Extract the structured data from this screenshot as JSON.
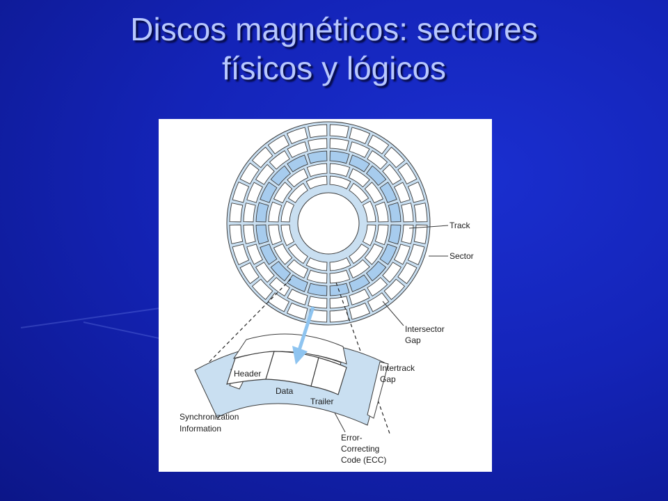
{
  "slide": {
    "title_line1": "Discos magnéticos: sectores",
    "title_line2": "físicos y lógicos"
  },
  "diagram": {
    "labels": {
      "track": "Track",
      "sector": "Sector",
      "intersector_gap_1": "Intersector",
      "intersector_gap_2": "Gap",
      "intertrack_gap_1": "Intertrack",
      "intertrack_gap_2": "Gap",
      "header": "Header",
      "data": "Data",
      "trailer": "Trailer",
      "sync_1": "Synchronization",
      "sync_2": "Information",
      "ecc_1": "Error-",
      "ecc_2": "Correcting",
      "ecc_3": "Code (ECC)"
    },
    "colors": {
      "disk_fill": "#c9dff1",
      "highlight_track": "#a7ccee",
      "outline": "#3a3a3a",
      "arrow": "#8ec4f0"
    }
  }
}
